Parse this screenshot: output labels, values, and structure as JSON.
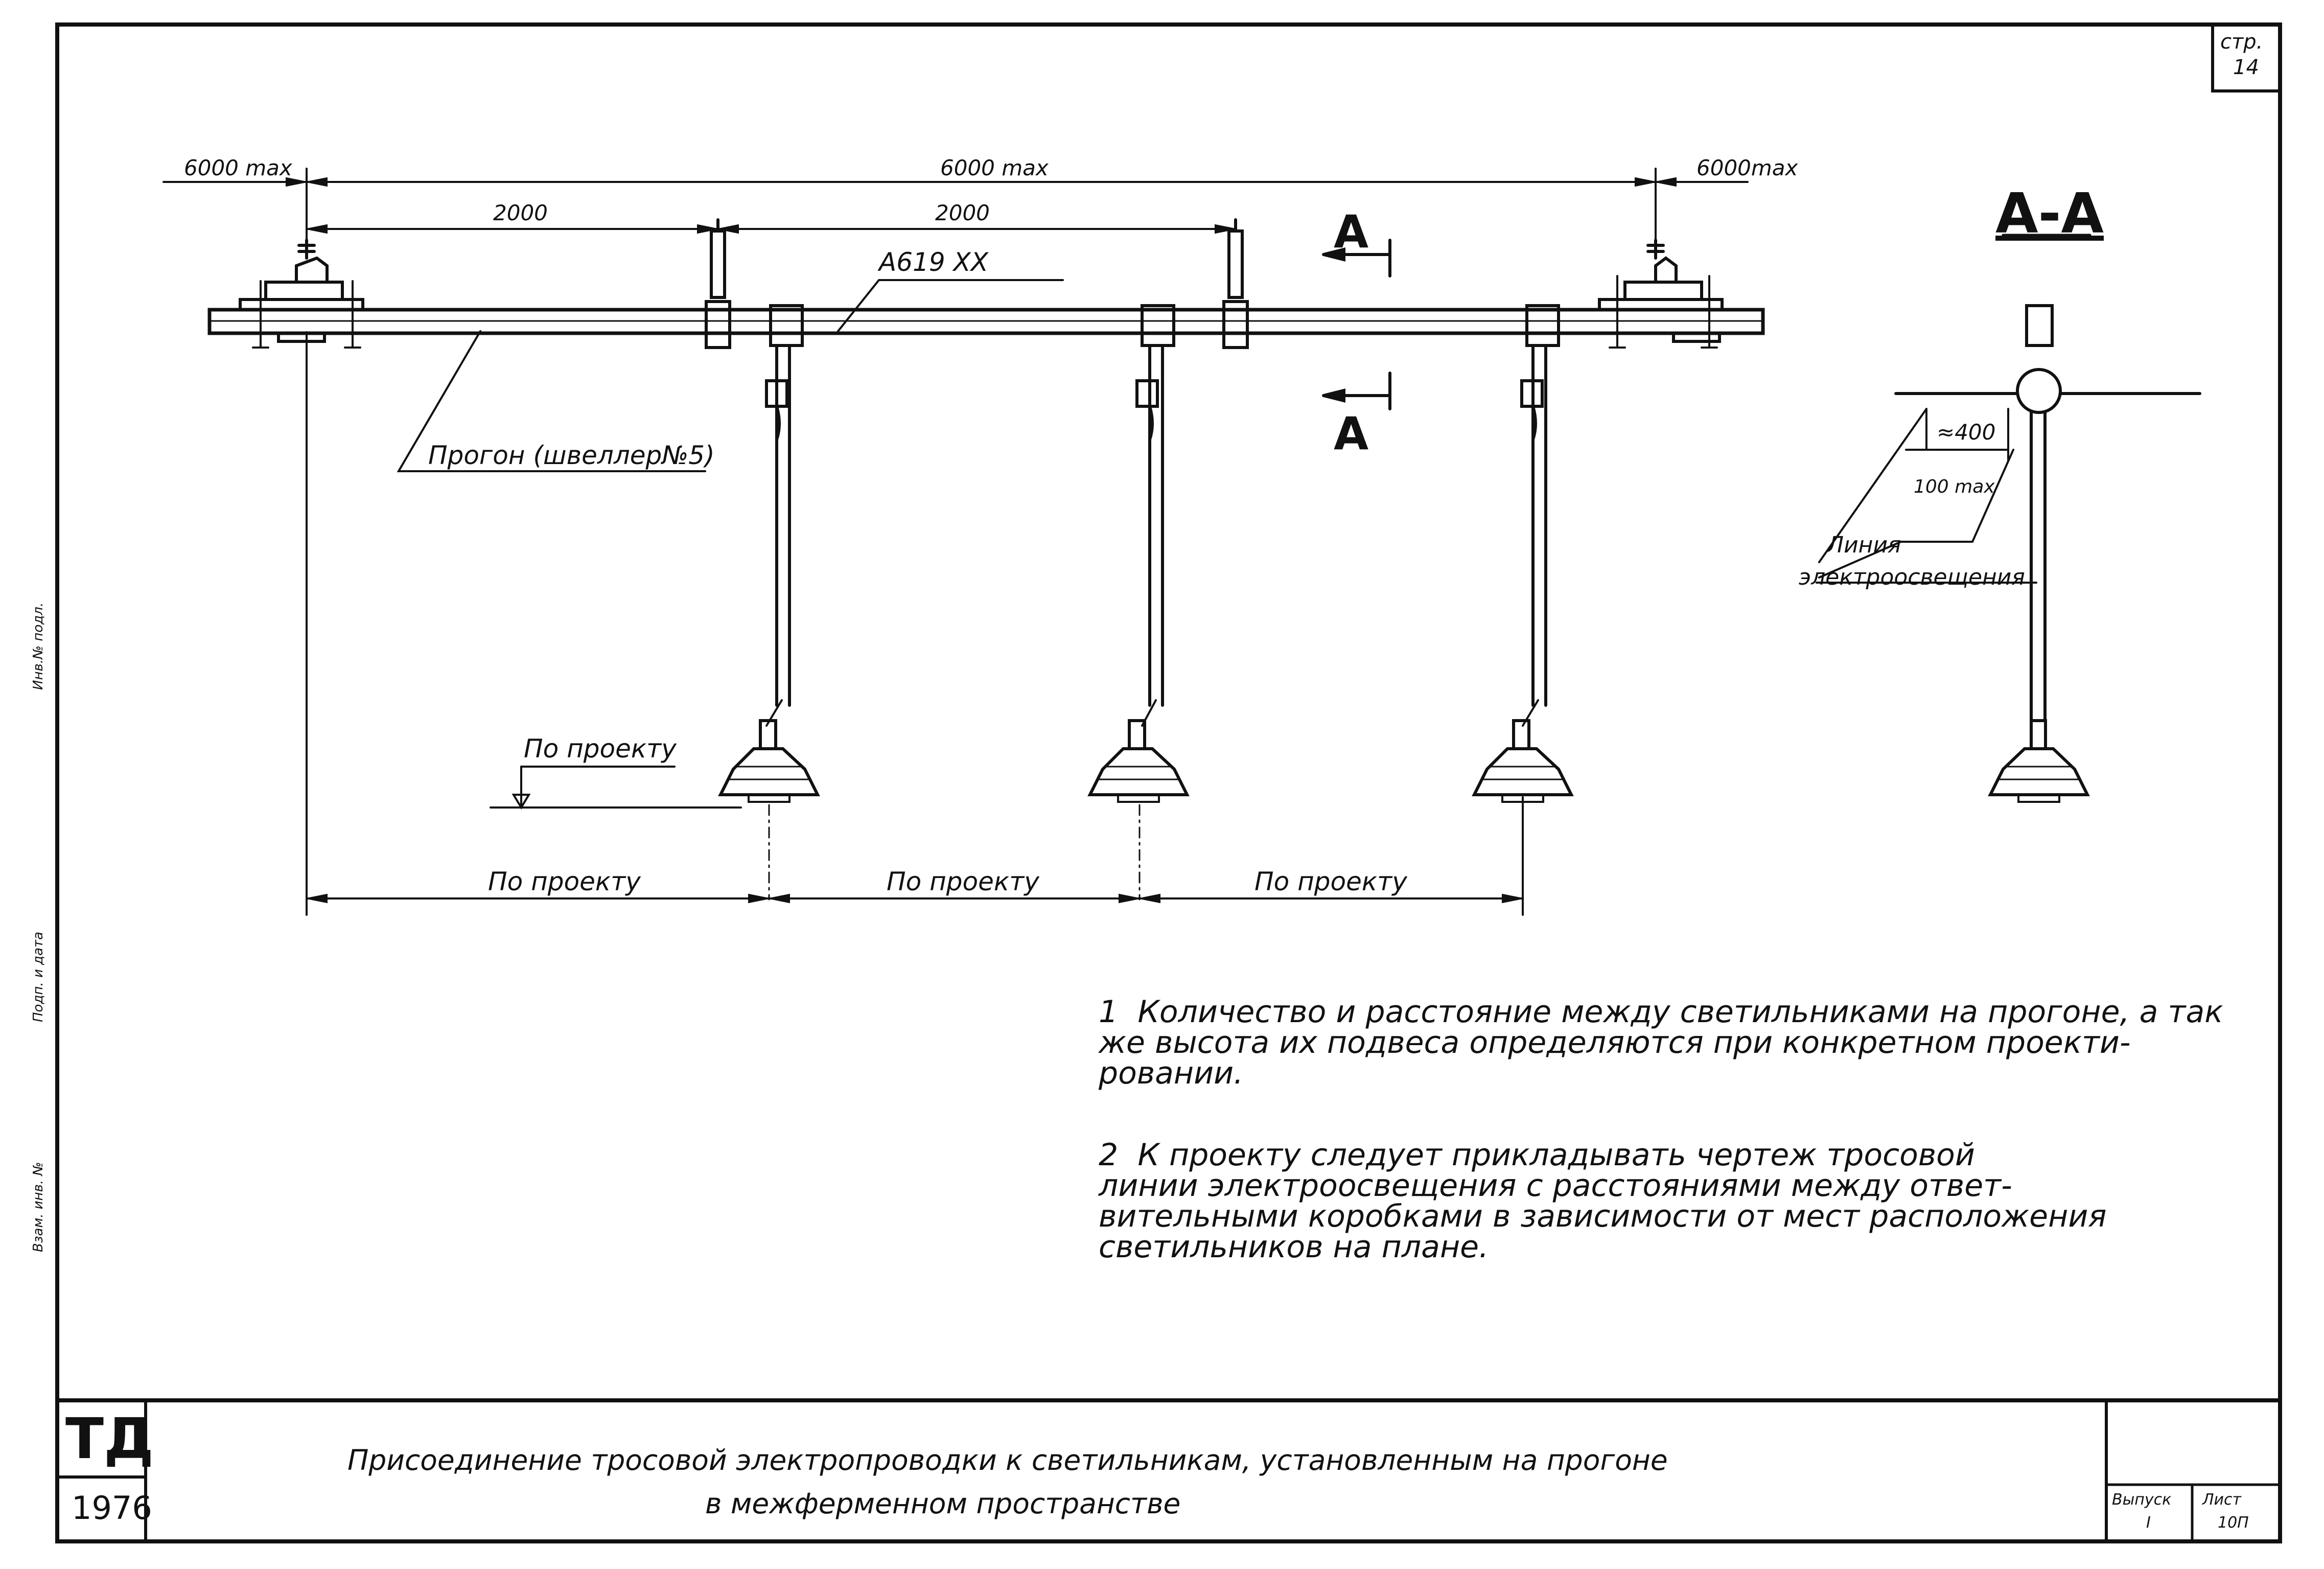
{
  "page": {
    "number_label": "стр.",
    "number": "14"
  },
  "dimensions": {
    "left_overhang": "6000 max",
    "span": "6000 max",
    "right_overhang": "6000max",
    "spacing_1": "2000",
    "spacing_2": "2000",
    "bottom_1": "По проекту",
    "bottom_2": "По проекту",
    "bottom_3": "По проекту"
  },
  "labels": {
    "cable": "А619 ХХ",
    "purlin": "Прогон (швеллер№5)",
    "level": "По проекту",
    "cut_top": "А",
    "cut_bottom": "А"
  },
  "section": {
    "title": "А-А",
    "dim_400": "≈400",
    "dim_100": "100 max",
    "line_label_1": "Линия",
    "line_label_2": "электроосвещения"
  },
  "notes": [
    "1  Количество и расстояние между светильниками на прогоне, а так\nже высота их подвеса определяются при конкретном проекти-\nровании.",
    "2  К проекту следует прикладывать чертеж тросовой\nлинии электроосвещения с расстояниями между ответ-\nвительными коробками в зависимости от мест расположения\nсветильников на плане."
  ],
  "title_block": {
    "logo": "ТД",
    "year": "1976",
    "title_line_1": "Присоединение тросовой электропроводки к светильникам, установленным на прогоне",
    "title_line_2": "в межферменном пространстве",
    "issue_label": "Выпуск",
    "issue_value": "I",
    "sheet_label": "Лист",
    "sheet_value": "10П"
  },
  "side_stamp": {
    "text_1": "Инв.№ подл.",
    "text_2": "Подп. и дата",
    "text_3": "Взам. инв. №"
  }
}
